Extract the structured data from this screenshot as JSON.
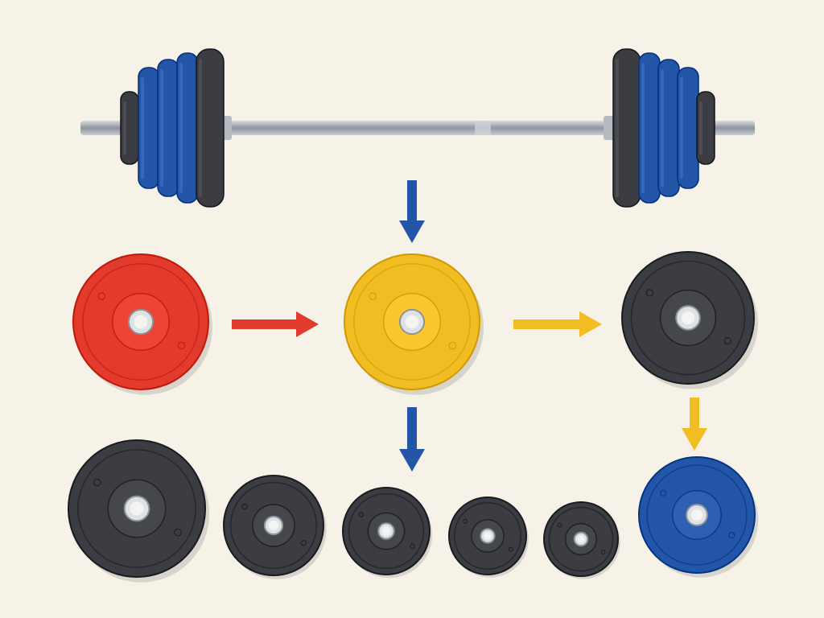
{
  "background_color": "#f6f2e8",
  "colors": {
    "red": "#e23a2c",
    "yellow": "#f2bd22",
    "black": "#3b3d42",
    "blue": "#2456a8",
    "steel": "#a7adb3"
  },
  "icons": {
    "barbell": "barbell-icon",
    "plate": "weight-plate-icon",
    "arrow": "arrow-icon"
  },
  "barbell": {
    "left_plates": [
      "blue",
      "blue",
      "blue",
      "black"
    ],
    "right_plates": [
      "black",
      "blue",
      "blue",
      "blue"
    ]
  },
  "nodes": [
    {
      "id": "red-plate",
      "color": "red"
    },
    {
      "id": "yellow-plate",
      "color": "yellow"
    },
    {
      "id": "black-plate",
      "color": "black"
    },
    {
      "id": "blue-plate",
      "color": "blue"
    }
  ],
  "plate_row": [
    {
      "id": "black-plate-1",
      "color": "black"
    },
    {
      "id": "black-plate-2",
      "color": "black"
    },
    {
      "id": "black-plate-3",
      "color": "black"
    },
    {
      "id": "black-plate-4",
      "color": "black"
    },
    {
      "id": "black-plate-5",
      "color": "black"
    }
  ],
  "arrows": [
    {
      "id": "barbell-to-yellow",
      "from": "barbell",
      "to": "yellow-plate",
      "color": "blue"
    },
    {
      "id": "red-to-yellow",
      "from": "red-plate",
      "to": "yellow-plate",
      "color": "red"
    },
    {
      "id": "yellow-to-black",
      "from": "yellow-plate",
      "to": "black-plate",
      "color": "yellow"
    },
    {
      "id": "yellow-to-row",
      "from": "yellow-plate",
      "to": "plate-row",
      "color": "blue"
    },
    {
      "id": "black-to-blue",
      "from": "black-plate",
      "to": "blue-plate",
      "color": "yellow"
    }
  ]
}
